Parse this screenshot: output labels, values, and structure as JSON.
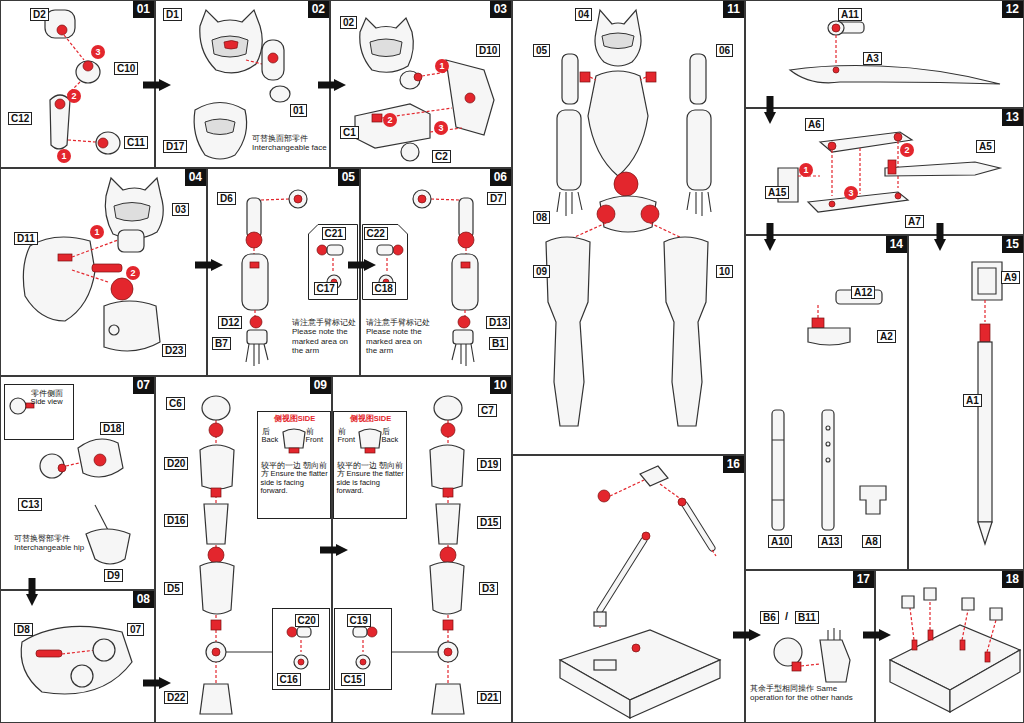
{
  "diagram": {
    "nodes": [
      {
        "text": [
          "01"
        ]
      },
      {
        "text": [
          "02"
        ]
      },
      {
        "text": [
          "03"
        ]
      },
      {
        "text": [
          "04"
        ]
      },
      {
        "text": [
          "05"
        ]
      },
      {
        "text": [
          "C21",
          "C17"
        ],
        "in": 4
      },
      {
        "text": [
          "06"
        ]
      },
      {
        "text": [
          "C22",
          "C18"
        ],
        "in": 6
      },
      {
        "text": [
          "07"
        ]
      },
      {
        "text": [
          "零件侧面 Side view"
        ],
        "in": 8
      },
      {
        "text": [
          "08"
        ]
      },
      {
        "text": [
          "09"
        ]
      },
      {
        "text": [
          "侧视图SIDE",
          "后 Back",
          "前 Front",
          "较平的一边 朝向前方 Ensure the flatter side is facing forward."
        ],
        "in": 11
      },
      {
        "text": [
          "C20",
          "C16"
        ],
        "in": 11
      },
      {
        "text": [
          "10"
        ]
      },
      {
        "text": [
          "侧视图SIDE",
          "前 Front",
          "后 Back",
          "较平的一边 朝向前方 Ensure the flatter side is facing forward."
        ],
        "in": 14
      },
      {
        "text": [
          "C19",
          "C15"
        ],
        "in": 14
      },
      {
        "text": [
          "11"
        ]
      },
      {
        "text": [
          "12"
        ]
      },
      {
        "text": [
          "13"
        ]
      },
      {
        "text": [
          "14"
        ]
      },
      {
        "text": [
          "15"
        ]
      },
      {
        "text": [
          "16"
        ]
      },
      {
        "text": [
          "17"
        ]
      },
      {
        "text": [
          "18"
        ]
      }
    ],
    "edges": [
      {
        "from": 0,
        "to": 1,
        "arrow": "to"
      },
      {
        "from": 1,
        "to": 2,
        "arrow": "to"
      },
      {
        "from": 3,
        "to": 4,
        "arrow": "to"
      },
      {
        "from": 4,
        "to": 6,
        "arrow": "to"
      },
      {
        "from": 8,
        "to": 10,
        "arrow": "to"
      },
      {
        "from": 10,
        "to": 11,
        "arrow": "to"
      },
      {
        "from": 11,
        "to": 14,
        "arrow": "to"
      },
      {
        "from": 18,
        "to": 19,
        "arrow": "to"
      },
      {
        "from": 19,
        "to": 20,
        "arrow": "to"
      },
      {
        "from": 19,
        "to": 21,
        "arrow": "to"
      },
      {
        "from": 22,
        "to": 23,
        "arrow": "to"
      },
      {
        "from": 23,
        "to": 24,
        "arrow": "to"
      }
    ],
    "labels": [
      "D2",
      "3",
      "C10",
      "2",
      "C12",
      "C11",
      "1",
      "D1",
      "01",
      "可替换面部零件 Interchangeable face",
      "D17",
      "02",
      "D10",
      "1",
      "2",
      "3",
      "C1",
      "C2",
      "03",
      "D11",
      "1",
      "2",
      "D23",
      "D6",
      "D12",
      "请注意手臂标记处 Please note the marked area on the arm",
      "B7",
      "D7",
      "请注意手臂标记处 Please note the marked area on the arm",
      "D13",
      "B1",
      "D18",
      "C13",
      "可替换臀部零件 Interchangeable hip",
      "D9",
      "D8",
      "07",
      "C6",
      "D20",
      "D16",
      "D5",
      "D22",
      "C7",
      "D19",
      "D15",
      "D3",
      "D21",
      "04",
      "05",
      "06",
      "08",
      "09",
      "10",
      "A11",
      "A3",
      "A6",
      "A5",
      "1",
      "2",
      "3",
      "A15",
      "A7",
      "A12",
      "A2",
      "A10",
      "A13",
      "A8",
      "A9",
      "A1",
      "B6",
      "/",
      "B11",
      "其余手型相同操作 Same operation for the other hands"
    ]
  }
}
